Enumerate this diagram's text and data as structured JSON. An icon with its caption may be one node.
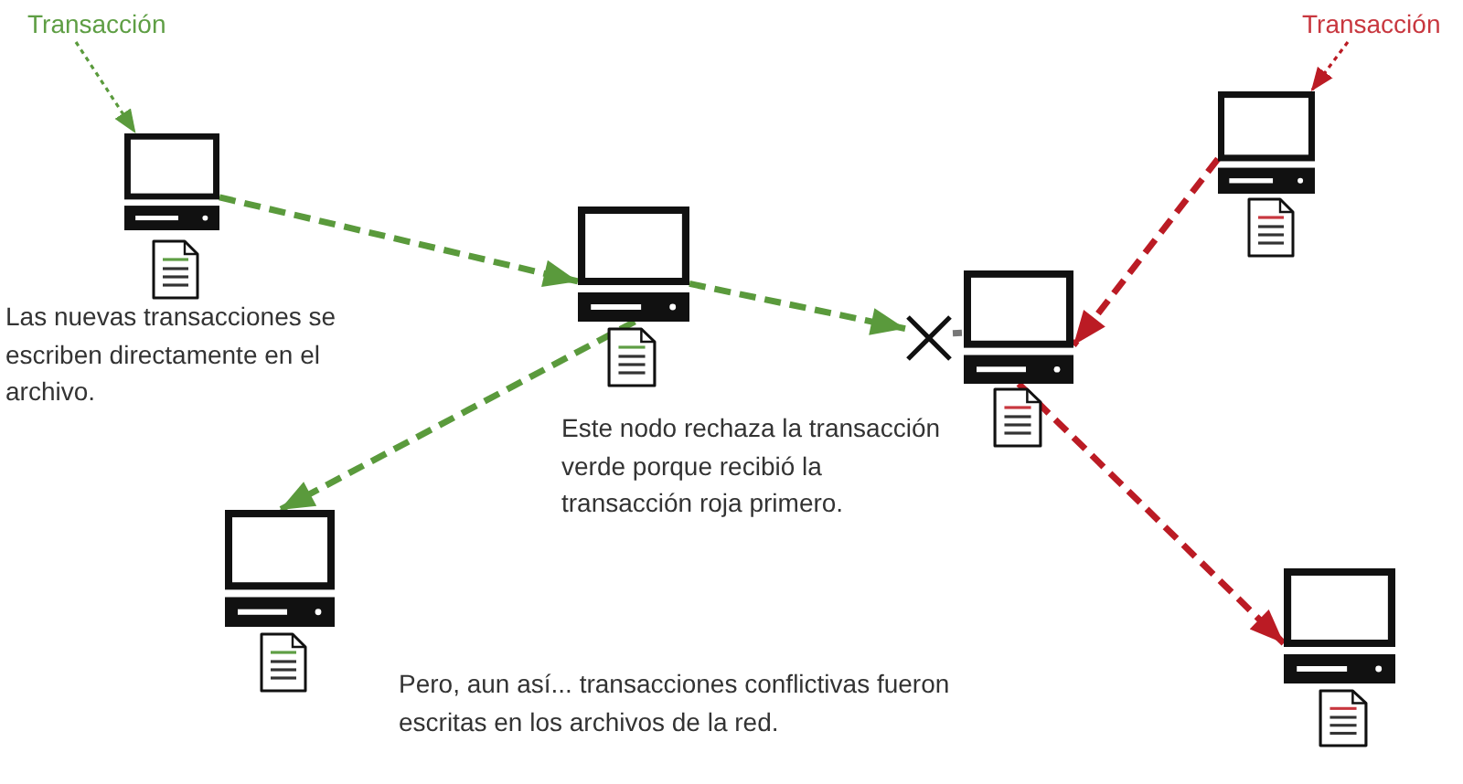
{
  "diagram": {
    "nodes": [
      {
        "text": [
          "Transacción"
        ]
      },
      {
        "text": [
          "Transacción"
        ]
      },
      {
        "text": [],
        "shape": "picture"
      },
      {
        "text": [],
        "shape": "picture"
      },
      {
        "text": [],
        "shape": "picture"
      },
      {
        "text": [],
        "shape": "cross"
      },
      {
        "text": [],
        "shape": "picture"
      },
      {
        "text": [],
        "shape": "picture"
      },
      {
        "text": [],
        "shape": "picture"
      }
    ],
    "edges": [
      {
        "from": 0,
        "to": 2,
        "arrow": "to",
        "style": "dashed"
      },
      {
        "from": 1,
        "to": 3,
        "arrow": "to",
        "style": "dashed",
        "color": "#bb1b24"
      },
      {
        "from": 2,
        "to": 4,
        "arrow": "to",
        "style": "dashed"
      },
      {
        "from": 4,
        "to": 5,
        "arrow": "to",
        "style": "dashed"
      },
      {
        "from": 5,
        "to": 6,
        "arrow": "none",
        "style": "dashed",
        "color": "#777777"
      },
      {
        "from": 4,
        "to": 7,
        "arrow": "to",
        "style": "dashed"
      },
      {
        "from": 3,
        "to": 6,
        "arrow": "to",
        "style": "dashed",
        "color": "#bb1b24"
      },
      {
        "from": 6,
        "to": 8,
        "arrow": "to",
        "style": "dashed",
        "color": "#bb1b24"
      }
    ],
    "labels": [
      "Las nuevas transacciones se escriben directamente en el archivo.",
      "Este nodo rechaza la transacción verde porque recibió la transacción roja primero.",
      "Pero, aun así... transacciones conflictivas fueron escritas en los archivos de la red."
    ]
  }
}
